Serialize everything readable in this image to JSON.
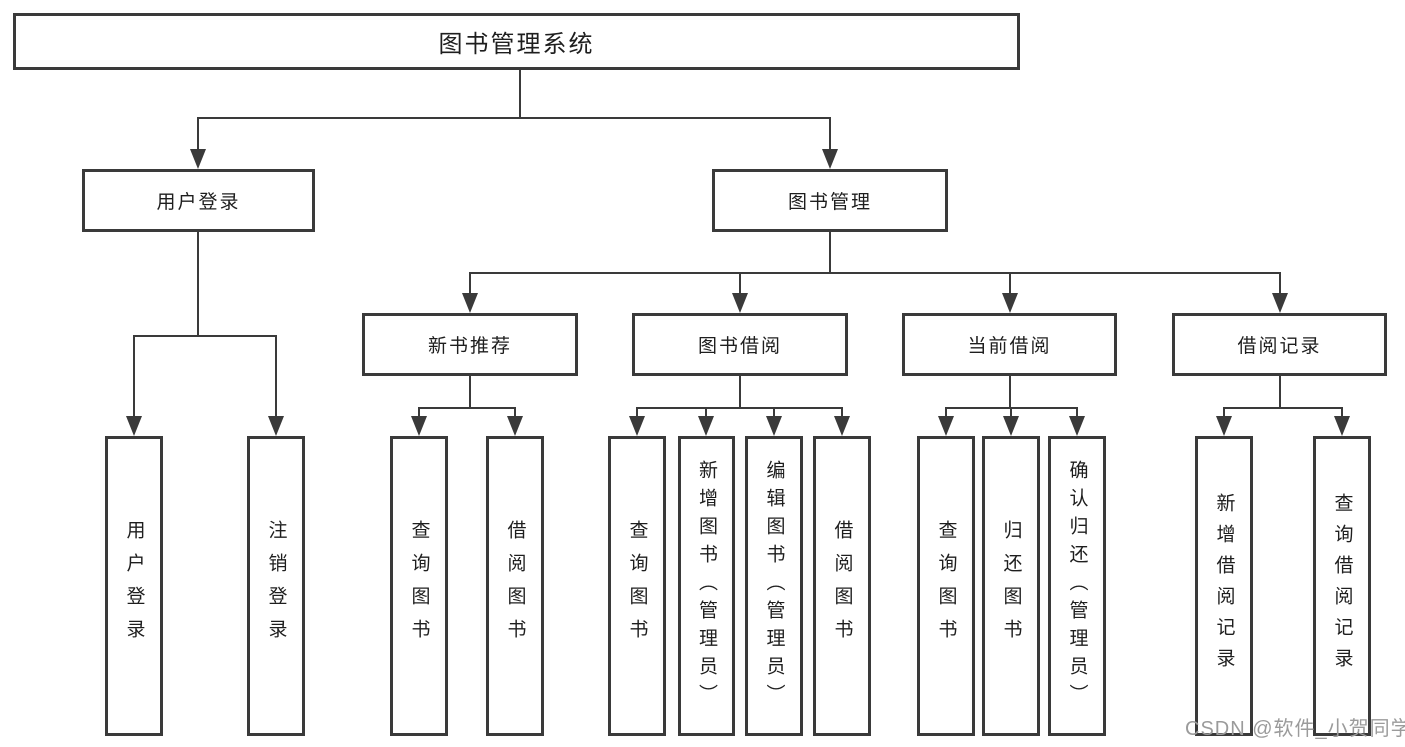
{
  "diagram": {
    "root": "图书管理系统",
    "user_login": {
      "label": "用户登录",
      "children": [
        "用户登录",
        "注销登录"
      ]
    },
    "book_mgmt": {
      "label": "图书管理",
      "sections": [
        {
          "label": "新书推荐",
          "children": [
            "查询图书",
            "借阅图书"
          ]
        },
        {
          "label": "图书借阅",
          "children": [
            "查询图书",
            "新增图书（管理员）",
            "编辑图书（管理员）",
            "借阅图书"
          ]
        },
        {
          "label": "当前借阅",
          "children": [
            "查询图书",
            "归还图书",
            "确认归还（管理员）"
          ]
        },
        {
          "label": "借阅记录",
          "children": [
            "新增借阅记录",
            "查询借阅记录"
          ]
        }
      ]
    },
    "watermark": "CSDN @软件_小贺同学",
    "colors": {
      "line": "#3a3a3a",
      "text": "#1e1e1e",
      "watermark": "#9b9b9b",
      "background": "#ffffff"
    }
  }
}
